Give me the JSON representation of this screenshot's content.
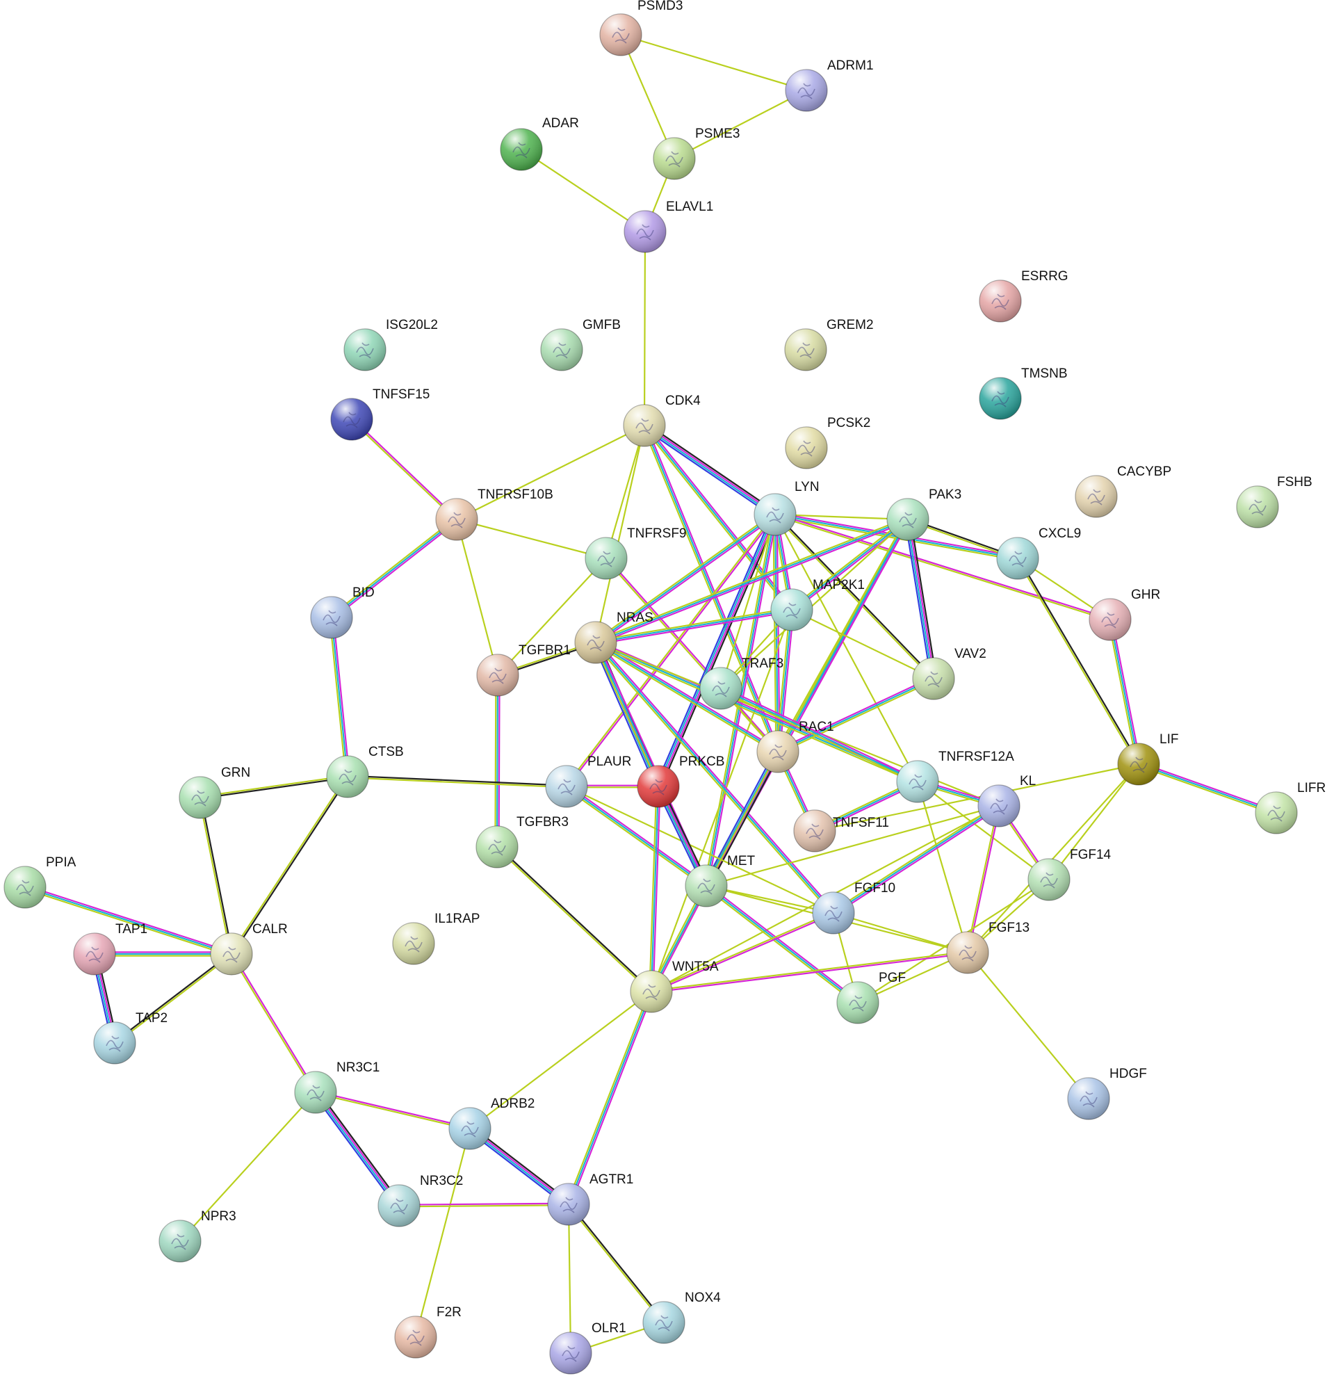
{
  "diagram": {
    "type": "protein-protein interaction network",
    "nodes": [
      {
        "id": "PSMD3",
        "label": "PSMD3",
        "color": "#e3b3a3"
      },
      {
        "id": "ADRM1",
        "label": "ADRM1",
        "color": "#a9a9e6"
      },
      {
        "id": "ADAR",
        "label": "ADAR",
        "color": "#4fb34f"
      },
      {
        "id": "PSME3",
        "label": "PSME3",
        "color": "#b9db8f"
      },
      {
        "id": "ELAVL1",
        "label": "ELAVL1",
        "color": "#b29ae6"
      },
      {
        "id": "ESRRG",
        "label": "ESRRG",
        "color": "#e5a5a5"
      },
      {
        "id": "ISG20L2",
        "label": "ISG20L2",
        "color": "#8fd6b6"
      },
      {
        "id": "GMFB",
        "label": "GMFB",
        "color": "#a8dcaf"
      },
      {
        "id": "GREM2",
        "label": "GREM2",
        "color": "#d7dba2"
      },
      {
        "id": "TMSNB",
        "label": "TMSNB",
        "color": "#2aa59d"
      },
      {
        "id": "TNFSF15",
        "label": "TNFSF15",
        "color": "#3f48b6"
      },
      {
        "id": "CDK4",
        "label": "CDK4",
        "color": "#e2dcaf"
      },
      {
        "id": "PCSK2",
        "label": "PCSK2",
        "color": "#e1dba3"
      },
      {
        "id": "CACYBP",
        "label": "CACYBP",
        "color": "#e3d2ad"
      },
      {
        "id": "FSHB",
        "label": "FSHB",
        "color": "#bce0a6"
      },
      {
        "id": "TNFRSF10B",
        "label": "TNFRSF10B",
        "color": "#e8c2a6"
      },
      {
        "id": "LYN",
        "label": "LYN",
        "color": "#b7e0e3"
      },
      {
        "id": "PAK3",
        "label": "PAK3",
        "color": "#a8e0bc"
      },
      {
        "id": "TNFRSF9",
        "label": "TNFRSF9",
        "color": "#a8e0bc"
      },
      {
        "id": "CXCL9",
        "label": "CXCL9",
        "color": "#9fd8d8"
      },
      {
        "id": "MAP2K1",
        "label": "MAP2K1",
        "color": "#a8e0d8"
      },
      {
        "id": "BID",
        "label": "BID",
        "color": "#a9bfe6"
      },
      {
        "id": "GHR",
        "label": "GHR",
        "color": "#e6b0b5"
      },
      {
        "id": "NRAS",
        "label": "NRAS",
        "color": "#d9c89a"
      },
      {
        "id": "TGFBR1",
        "label": "TGFBR1",
        "color": "#e2b8a6"
      },
      {
        "id": "VAV2",
        "label": "VAV2",
        "color": "#c6deaa"
      },
      {
        "id": "TRAF3",
        "label": "TRAF3",
        "color": "#a6e0c8"
      },
      {
        "id": "RAC1",
        "label": "RAC1",
        "color": "#e8d5b0"
      },
      {
        "id": "LIF",
        "label": "LIF",
        "color": "#a0920f"
      },
      {
        "id": "CTSB",
        "label": "CTSB",
        "color": "#a8e0b0"
      },
      {
        "id": "GRN",
        "label": "GRN",
        "color": "#a8e0b0"
      },
      {
        "id": "PLAUR",
        "label": "PLAUR",
        "color": "#b7d6e6"
      },
      {
        "id": "PRKCB",
        "label": "PRKCB",
        "color": "#e23a3a"
      },
      {
        "id": "TNFRSF12A",
        "label": "TNFRSF12A",
        "color": "#b3e3e3"
      },
      {
        "id": "KL",
        "label": "KL",
        "color": "#a9b3e6"
      },
      {
        "id": "LIFR",
        "label": "LIFR",
        "color": "#c2e3a6"
      },
      {
        "id": "TNFSF11",
        "label": "TNFSF11",
        "color": "#e3c2ad"
      },
      {
        "id": "TGFBR3",
        "label": "TGFBR3",
        "color": "#b3e0a8"
      },
      {
        "id": "PPIA",
        "label": "PPIA",
        "color": "#a8dca6"
      },
      {
        "id": "MET",
        "label": "MET",
        "color": "#b3e0b3"
      },
      {
        "id": "FGF14",
        "label": "FGF14",
        "color": "#b3e0b3"
      },
      {
        "id": "IL1RAP",
        "label": "IL1RAP",
        "color": "#d6dca3"
      },
      {
        "id": "FGF10",
        "label": "FGF10",
        "color": "#a9c8e6"
      },
      {
        "id": "TAP1",
        "label": "TAP1",
        "color": "#e6a6b5"
      },
      {
        "id": "CALR",
        "label": "CALR",
        "color": "#e2e3b8"
      },
      {
        "id": "FGF13",
        "label": "FGF13",
        "color": "#e3c8a6"
      },
      {
        "id": "WNT5A",
        "label": "WNT5A",
        "color": "#dde3a8"
      },
      {
        "id": "PGF",
        "label": "PGF",
        "color": "#a8e0b0"
      },
      {
        "id": "TAP2",
        "label": "TAP2",
        "color": "#a8d6e3"
      },
      {
        "id": "HDGF",
        "label": "HDGF",
        "color": "#a9c3e6"
      },
      {
        "id": "NR3C1",
        "label": "NR3C1",
        "color": "#a8e0bc"
      },
      {
        "id": "ADRB2",
        "label": "ADRB2",
        "color": "#a6d2e6"
      },
      {
        "id": "NR3C2",
        "label": "NR3C2",
        "color": "#a8d6d8"
      },
      {
        "id": "AGTR1",
        "label": "AGTR1",
        "color": "#a9b3e6"
      },
      {
        "id": "NPR3",
        "label": "NPR3",
        "color": "#9fd8c0"
      },
      {
        "id": "NOX4",
        "label": "NOX4",
        "color": "#a6d6e0"
      },
      {
        "id": "F2R",
        "label": "F2R",
        "color": "#e6b8a3"
      },
      {
        "id": "OLR1",
        "label": "OLR1",
        "color": "#a9a6e6"
      }
    ],
    "edges": [
      [
        "PSMD3",
        "ADRM1",
        "text"
      ],
      [
        "PSMD3",
        "PSME3",
        "text"
      ],
      [
        "ADRM1",
        "PSME3",
        "text"
      ],
      [
        "ADAR",
        "ELAVL1",
        "text"
      ],
      [
        "PSME3",
        "ELAVL1",
        "text"
      ],
      [
        "ELAVL1",
        "CDK4",
        "text"
      ],
      [
        "TNFSF15",
        "TNFRSF10B",
        "exp"
      ],
      [
        "TNFRSF10B",
        "CDK4",
        "text"
      ],
      [
        "TNFRSF10B",
        "TNFRSF9",
        "text"
      ],
      [
        "TNFRSF10B",
        "TGFBR1",
        "text"
      ],
      [
        "TNFRSF10B",
        "BID",
        "full"
      ],
      [
        "CDK4",
        "TNFRSF9",
        "text"
      ],
      [
        "CDK4",
        "NRAS",
        "text"
      ],
      [
        "CDK4",
        "LYN",
        "strong"
      ],
      [
        "CDK4",
        "MAP2K1",
        "full"
      ],
      [
        "CDK4",
        "RAC1",
        "full"
      ],
      [
        "TNFRSF9",
        "RAC1",
        "exp"
      ],
      [
        "LYN",
        "NRAS",
        "full"
      ],
      [
        "LYN",
        "MAP2K1",
        "full"
      ],
      [
        "LYN",
        "RAC1",
        "full"
      ],
      [
        "LYN",
        "PRKCB",
        "strong"
      ],
      [
        "LYN",
        "PLAUR",
        "exp"
      ],
      [
        "LYN",
        "CXCL9",
        "full"
      ],
      [
        "LYN",
        "VAV2",
        "black"
      ],
      [
        "LYN",
        "TRAF3",
        "text"
      ],
      [
        "LYN",
        "GHR",
        "exp"
      ],
      [
        "LYN",
        "MET",
        "full"
      ],
      [
        "LYN",
        "PAK3",
        "text"
      ],
      [
        "LYN",
        "TNFRSF12A",
        "text"
      ],
      [
        "PAK3",
        "MAP2K1",
        "full"
      ],
      [
        "PAK3",
        "NRAS",
        "full"
      ],
      [
        "PAK3",
        "RAC1",
        "full"
      ],
      [
        "PAK3",
        "VAV2",
        "strong"
      ],
      [
        "PAK3",
        "CXCL9",
        "black"
      ],
      [
        "PAK3",
        "MET",
        "full"
      ],
      [
        "PAK3",
        "TRAF3",
        "text"
      ],
      [
        "CXCL9",
        "GHR",
        "text"
      ],
      [
        "CXCL9",
        "LIF",
        "black"
      ],
      [
        "MAP2K1",
        "NRAS",
        "full"
      ],
      [
        "MAP2K1",
        "RAC1",
        "full"
      ],
      [
        "MAP2K1",
        "VAV2",
        "text"
      ],
      [
        "MAP2K1",
        "WNT5A",
        "text"
      ],
      [
        "MAP2K1",
        "TRAF3",
        "text"
      ],
      [
        "NRAS",
        "TGFBR1",
        "black"
      ],
      [
        "NRAS",
        "RAC1",
        "full"
      ],
      [
        "NRAS",
        "PRKCB",
        "strong"
      ],
      [
        "NRAS",
        "MET",
        "full"
      ],
      [
        "NRAS",
        "FGF10",
        "full"
      ],
      [
        "NRAS",
        "TNFRSF12A",
        "full"
      ],
      [
        "NRAS",
        "KL",
        "text"
      ],
      [
        "TGFBR1",
        "TGFBR3",
        "full"
      ],
      [
        "TGFBR1",
        "TNFRSF9",
        "text"
      ],
      [
        "RAC1",
        "VAV2",
        "full"
      ],
      [
        "RAC1",
        "MET",
        "strong"
      ],
      [
        "RAC1",
        "TNFSF11",
        "full"
      ],
      [
        "RAC1",
        "TRAF3",
        "text"
      ],
      [
        "RAC1",
        "WNT5A",
        "text"
      ],
      [
        "TRAF3",
        "TNFRSF12A",
        "full"
      ],
      [
        "GHR",
        "LIF",
        "full"
      ],
      [
        "LIF",
        "LIFR",
        "full"
      ],
      [
        "LIF",
        "FGF14",
        "text"
      ],
      [
        "LIF",
        "FGF13",
        "text"
      ],
      [
        "LIF",
        "TNFSF11",
        "text"
      ],
      [
        "BID",
        "CTSB",
        "full"
      ],
      [
        "CTSB",
        "GRN",
        "black"
      ],
      [
        "CTSB",
        "PLAUR",
        "black"
      ],
      [
        "CTSB",
        "CALR",
        "black"
      ],
      [
        "GRN",
        "CALR",
        "black"
      ],
      [
        "PLAUR",
        "MET",
        "full"
      ],
      [
        "PLAUR",
        "FGF10",
        "text"
      ],
      [
        "PLAUR",
        "PRKCB",
        "exp"
      ],
      [
        "PRKCB",
        "WNT5A",
        "full"
      ],
      [
        "PRKCB",
        "MET",
        "strong"
      ],
      [
        "TNFRSF12A",
        "TNFSF11",
        "full"
      ],
      [
        "TNFRSF12A",
        "FGF13",
        "text"
      ],
      [
        "TNFRSF12A",
        "KL",
        "full"
      ],
      [
        "TNFRSF12A",
        "FGF14",
        "text"
      ],
      [
        "KL",
        "FGF10",
        "full"
      ],
      [
        "KL",
        "FGF14",
        "exp"
      ],
      [
        "KL",
        "FGF13",
        "exp"
      ],
      [
        "KL",
        "MET",
        "text"
      ],
      [
        "KL",
        "WNT5A",
        "text"
      ],
      [
        "FGF14",
        "FGF13",
        "text"
      ],
      [
        "FGF14",
        "PGF",
        "text"
      ],
      [
        "TGFBR3",
        "WNT5A",
        "black"
      ],
      [
        "MET",
        "FGF10",
        "text"
      ],
      [
        "MET",
        "WNT5A",
        "full"
      ],
      [
        "MET",
        "PGF",
        "full"
      ],
      [
        "MET",
        "FGF13",
        "text"
      ],
      [
        "FGF10",
        "FGF13",
        "text"
      ],
      [
        "FGF10",
        "WNT5A",
        "exp"
      ],
      [
        "FGF10",
        "PGF",
        "text"
      ],
      [
        "FGF13",
        "HDGF",
        "text"
      ],
      [
        "FGF13",
        "PGF",
        "text"
      ],
      [
        "FGF13",
        "WNT5A",
        "exp"
      ],
      [
        "PPIA",
        "CALR",
        "full"
      ],
      [
        "TAP1",
        "CALR",
        "full"
      ],
      [
        "TAP1",
        "TAP2",
        "strong"
      ],
      [
        "TAP2",
        "CALR",
        "black"
      ],
      [
        "CALR",
        "NR3C1",
        "exp"
      ],
      [
        "WNT5A",
        "ADRB2",
        "text"
      ],
      [
        "WNT5A",
        "AGTR1",
        "full"
      ],
      [
        "NR3C1",
        "ADRB2",
        "exp"
      ],
      [
        "NR3C1",
        "NR3C2",
        "strong"
      ],
      [
        "NR3C1",
        "NPR3",
        "text"
      ],
      [
        "ADRB2",
        "AGTR1",
        "strong"
      ],
      [
        "ADRB2",
        "F2R",
        "text"
      ],
      [
        "NR3C2",
        "AGTR1",
        "exp"
      ],
      [
        "AGTR1",
        "NOX4",
        "black"
      ],
      [
        "AGTR1",
        "OLR1",
        "text"
      ],
      [
        "OLR1",
        "NOX4",
        "text"
      ]
    ],
    "edge_colors": {
      "black": "#222222",
      "magenta": "#d626d6",
      "cyan": "#1bb4d4",
      "yellow": "#b9d01e",
      "blue": "#3340e0",
      "lavender": "#a59fe6"
    },
    "edge_styles": {
      "text": [
        "yellow"
      ],
      "black": [
        "black",
        "yellow"
      ],
      "exp": [
        "magenta",
        "yellow"
      ],
      "full": [
        "magenta",
        "cyan",
        "yellow"
      ],
      "strong": [
        "black",
        "magenta",
        "cyan",
        "blue"
      ]
    }
  }
}
